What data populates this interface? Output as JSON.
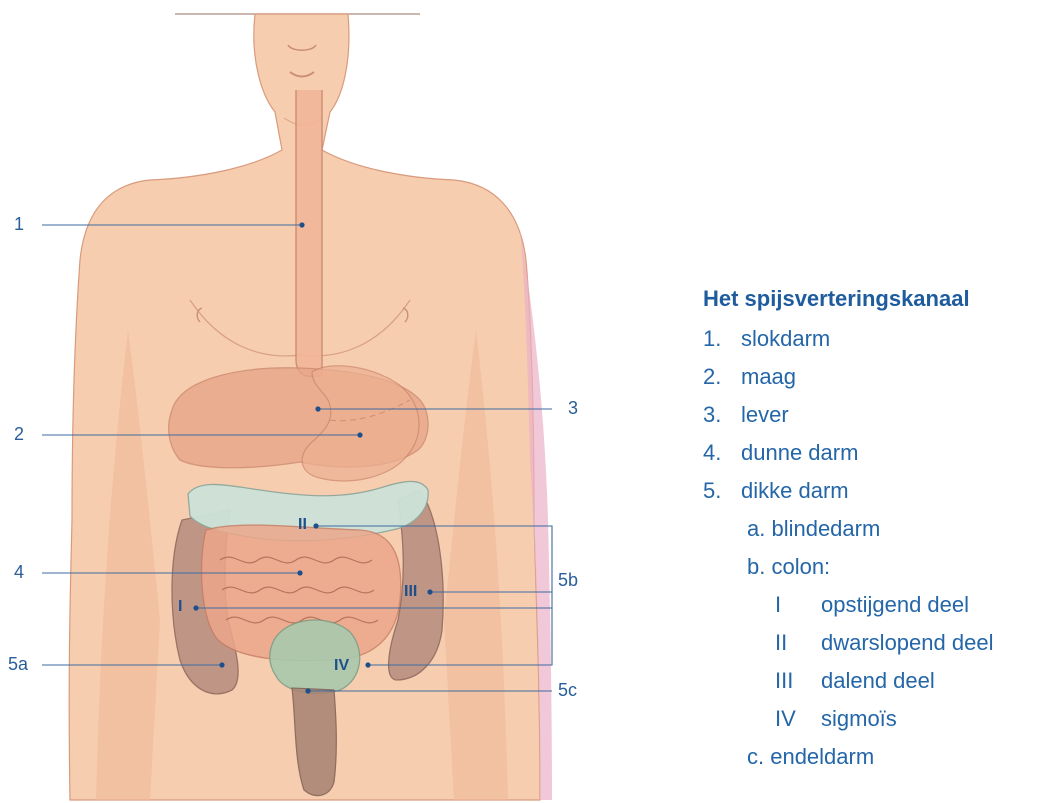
{
  "diagram": {
    "callouts": {
      "n1": "1",
      "n2": "2",
      "n3": "3",
      "n4": "4",
      "n5a": "5a",
      "n5b": "5b",
      "n5c": "5c",
      "rI": "I",
      "rII": "II",
      "rIII": "III",
      "rIV": "IV"
    },
    "colors": {
      "skin": "#f7cdb0",
      "skin_shadow": "#e9a98a",
      "organ_tint": "#e8a58a",
      "colon": "#b98f82",
      "transverse_colon": "#cde3d9",
      "sigmoid": "#a9c9ad",
      "line": "#3e6aa0"
    }
  },
  "legend": {
    "title": "Het spijsverteringskanaal",
    "items": [
      {
        "num": "1.",
        "label": "slokdarm"
      },
      {
        "num": "2.",
        "label": "maag"
      },
      {
        "num": "3.",
        "label": "lever"
      },
      {
        "num": "4.",
        "label": "dunne darm"
      },
      {
        "num": "5.",
        "label": "dikke darm"
      }
    ],
    "sub_a": "a. blindedarm",
    "sub_b": "b. colon:",
    "colon_parts": [
      {
        "roman": "I",
        "label": "opstijgend deel"
      },
      {
        "roman": "II",
        "label": "dwarslopend deel"
      },
      {
        "roman": "III",
        "label": "dalend deel"
      },
      {
        "roman": "IV",
        "label": "sigmoïs"
      }
    ],
    "sub_c": "c. endeldarm"
  }
}
